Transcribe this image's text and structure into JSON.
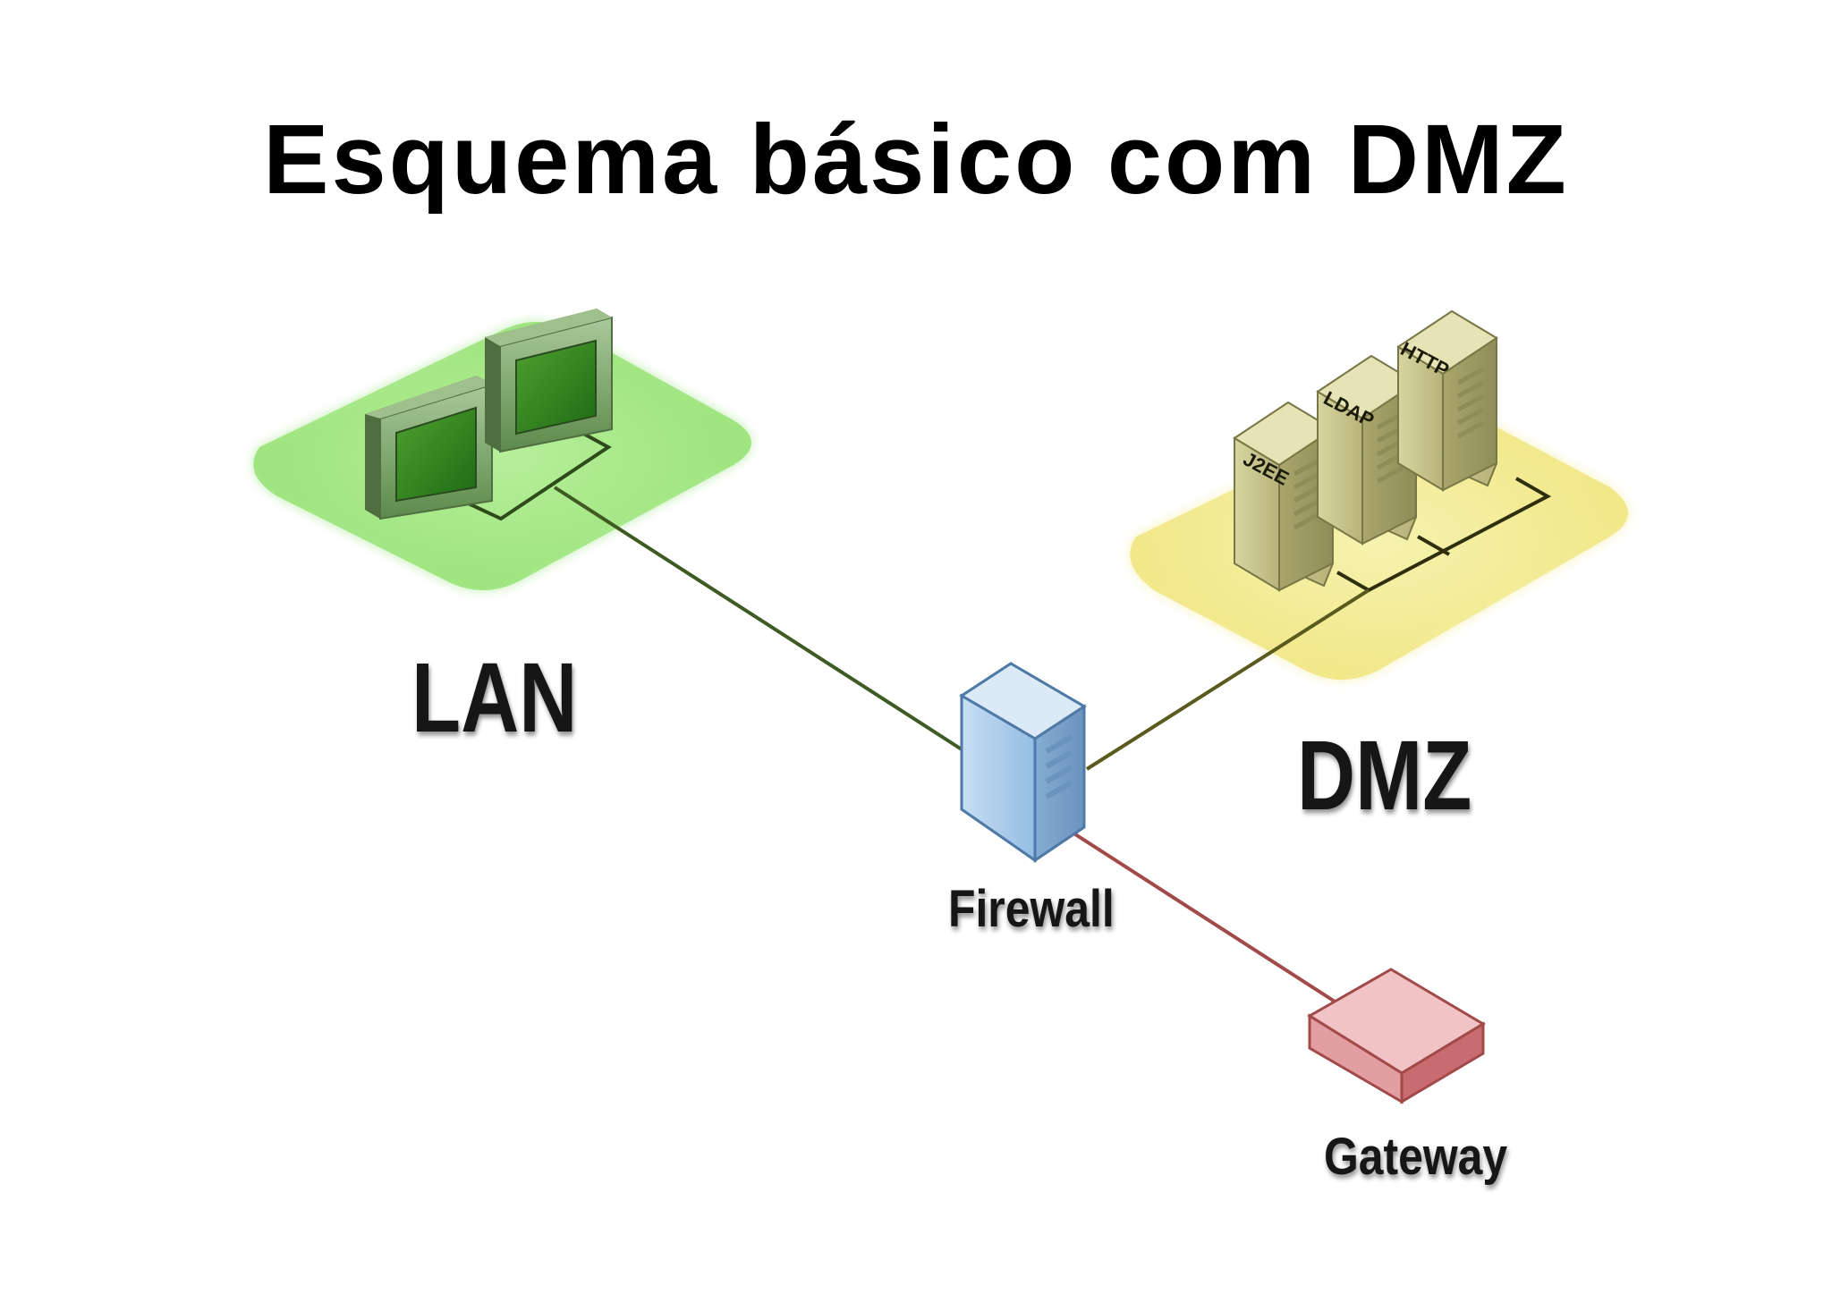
{
  "title": "Esquema básico com DMZ",
  "zones": {
    "lan": {
      "label": "LAN",
      "color": "#8ee070"
    },
    "dmz": {
      "label": "DMZ",
      "color": "#f3ea8a"
    }
  },
  "servers": [
    {
      "label": "J2EE"
    },
    {
      "label": "LDAP"
    },
    {
      "label": "HTTP"
    }
  ],
  "devices": {
    "firewall": {
      "label": "Firewall",
      "color": "#9ec4e6"
    },
    "gateway": {
      "label": "Gateway",
      "color": "#e5999c"
    }
  },
  "links": {
    "lan_color": "#3f5a22",
    "dmz_color": "#5a5a1e",
    "wan_color": "#a24a4a"
  }
}
